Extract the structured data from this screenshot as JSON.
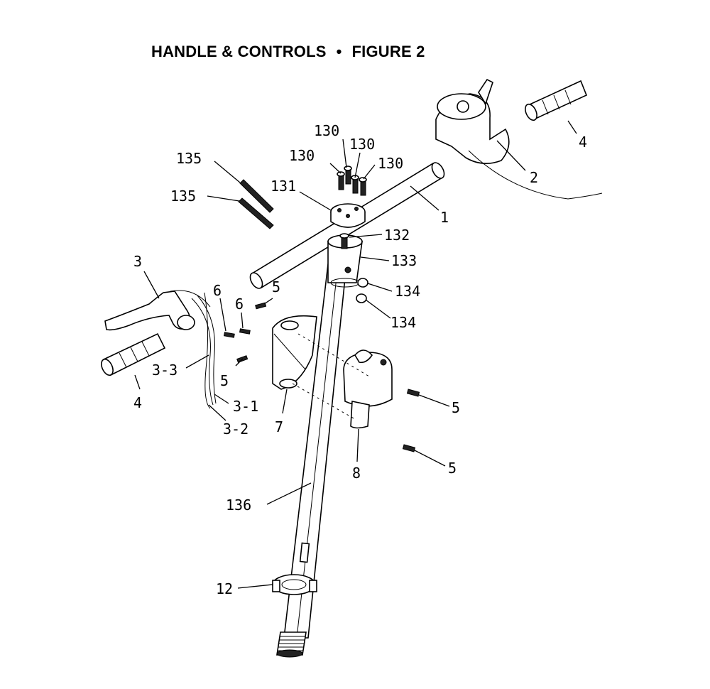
{
  "figure": {
    "title_left": "HANDLE & CONTROLS",
    "separator": "•",
    "title_right": "FIGURE 2"
  },
  "callouts": [
    {
      "id": "c130a",
      "text": "130"
    },
    {
      "id": "c130b",
      "text": "130"
    },
    {
      "id": "c130c",
      "text": "130"
    },
    {
      "id": "c130d",
      "text": "130"
    },
    {
      "id": "c135a",
      "text": "135"
    },
    {
      "id": "c135b",
      "text": "135"
    },
    {
      "id": "c131",
      "text": "131"
    },
    {
      "id": "c132",
      "text": "132"
    },
    {
      "id": "c133",
      "text": "133"
    },
    {
      "id": "c134a",
      "text": "134"
    },
    {
      "id": "c134b",
      "text": "134"
    },
    {
      "id": "c1",
      "text": "1"
    },
    {
      "id": "c2",
      "text": "2"
    },
    {
      "id": "c3",
      "text": "3"
    },
    {
      "id": "c3_1",
      "text": "3-1"
    },
    {
      "id": "c3_2",
      "text": "3-2"
    },
    {
      "id": "c3_3",
      "text": "3-3"
    },
    {
      "id": "c4a",
      "text": "4"
    },
    {
      "id": "c4b",
      "text": "4"
    },
    {
      "id": "c5a",
      "text": "5"
    },
    {
      "id": "c5b",
      "text": "5"
    },
    {
      "id": "c5c",
      "text": "5"
    },
    {
      "id": "c5d",
      "text": "5"
    },
    {
      "id": "c6a",
      "text": "6"
    },
    {
      "id": "c6b",
      "text": "6"
    },
    {
      "id": "c7",
      "text": "7"
    },
    {
      "id": "c8",
      "text": "8"
    },
    {
      "id": "c12",
      "text": "12"
    },
    {
      "id": "c136",
      "text": "136"
    }
  ]
}
